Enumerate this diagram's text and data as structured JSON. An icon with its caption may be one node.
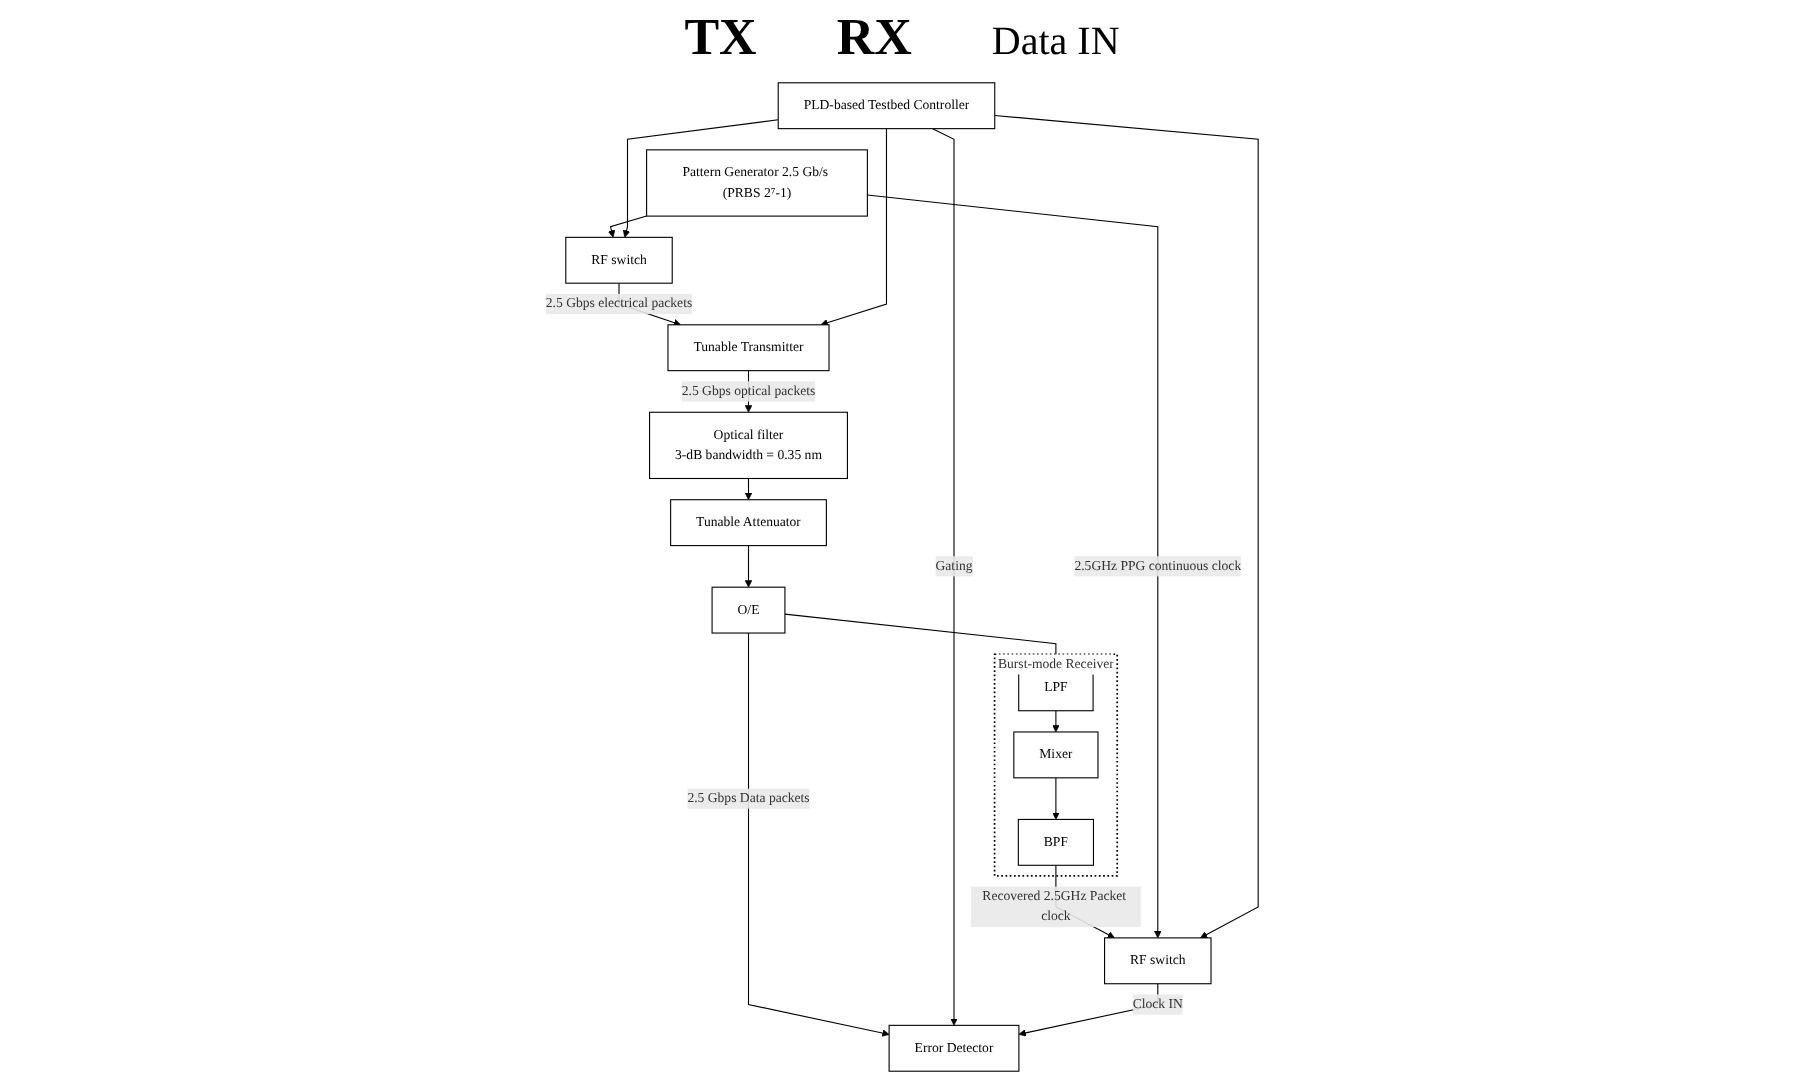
{
  "diagram": {
    "nodes": [
      {
        "text": [
          "Tunable Transmitter"
        ]
      },
      {
        "text": [
          "Optical filter",
          "3-dB bandwidth = 0.35 nm"
        ]
      },
      {
        "text": [
          "Tunable Attenuator"
        ]
      },
      {
        "text": [
          "O/E"
        ]
      },
      {
        "text": [
          "Burst-mode Receiver"
        ]
      },
      {
        "text": [
          "LPF"
        ],
        "in": 4
      },
      {
        "text": [
          "Mixer"
        ],
        "in": 4
      },
      {
        "text": [
          "BPF"
        ],
        "in": 4
      },
      {
        "text": [
          "RF switch"
        ]
      },
      {
        "text": [
          "Pattern Generator 2.5 Gb/s (PRBS 2⁷-1)"
        ]
      },
      {
        "text": [
          "Error Detector"
        ]
      },
      {
        "text": [
          "RF switch"
        ]
      },
      {
        "text": [
          "PLD-based Testbed Controller"
        ]
      }
    ],
    "edges": [
      {
        "from": 0,
        "to": 1,
        "arrow": "to",
        "label": "2.5 Gbps optical packets"
      },
      {
        "from": 1,
        "to": 2,
        "arrow": "to"
      },
      {
        "from": 2,
        "to": 3,
        "arrow": "to"
      },
      {
        "from": 3,
        "to": 5,
        "arrow": "to"
      },
      {
        "from": 3,
        "to": 10,
        "arrow": "to",
        "label": "2.5 Gbps Data packets"
      },
      {
        "from": 5,
        "to": 6,
        "arrow": "to"
      },
      {
        "from": 6,
        "to": 7,
        "arrow": "to"
      },
      {
        "from": 7,
        "to": 11,
        "arrow": "to",
        "label": "Recovered 2.5GHz Packet clock"
      },
      {
        "from": 8,
        "to": 0,
        "arrow": "to",
        "label": "2.5 Gbps electrical packets"
      },
      {
        "from": 9,
        "to": 8,
        "arrow": "to"
      },
      {
        "from": 12,
        "to": 8,
        "arrow": "to"
      },
      {
        "from": 12,
        "to": 0,
        "arrow": "to"
      },
      {
        "from": 9,
        "to": 11,
        "arrow": "to",
        "label": "2.5GHz PPG continuous clock"
      },
      {
        "from": 12,
        "to": 10,
        "arrow": "to",
        "label": "Gating"
      },
      {
        "from": 11,
        "to": 10,
        "arrow": "to",
        "label": "Clock IN"
      },
      {
        "from": 12,
        "to": 11,
        "arrow": "to"
      }
    ],
    "labels": [
      "TX",
      "RX",
      "Data IN"
    ]
  }
}
